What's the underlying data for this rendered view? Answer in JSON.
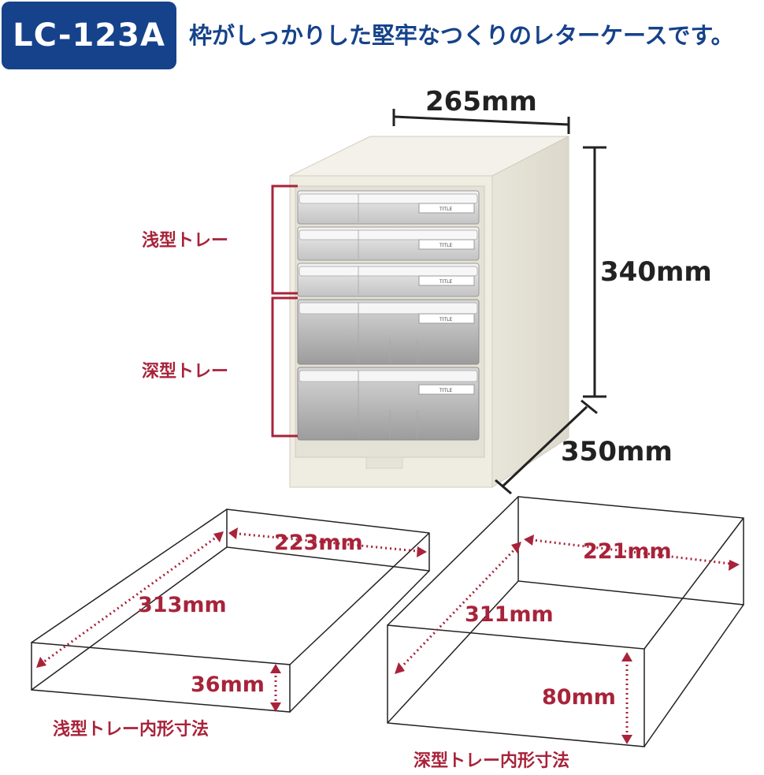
{
  "header": {
    "model": "LC-123A",
    "tagline": "枠がしっかりした堅牢なつくりのレターケースです。"
  },
  "cabinet": {
    "width_label": "265mm",
    "height_label": "340mm",
    "depth_label": "350mm",
    "shallow_group_label": "浅型トレー",
    "deep_group_label": "深型トレー",
    "tray_tag": "TITLE"
  },
  "shallow_tray": {
    "width_label": "223mm",
    "depth_label": "313mm",
    "height_label": "36mm",
    "caption": "浅型トレー内形寸法"
  },
  "deep_tray": {
    "width_label": "221mm",
    "depth_label": "311mm",
    "height_label": "80mm",
    "caption": "深型トレー内形寸法"
  },
  "colors": {
    "brand_blue": "#15428b",
    "accent_red": "#a8233a",
    "cabinet_body": "#efece2"
  }
}
